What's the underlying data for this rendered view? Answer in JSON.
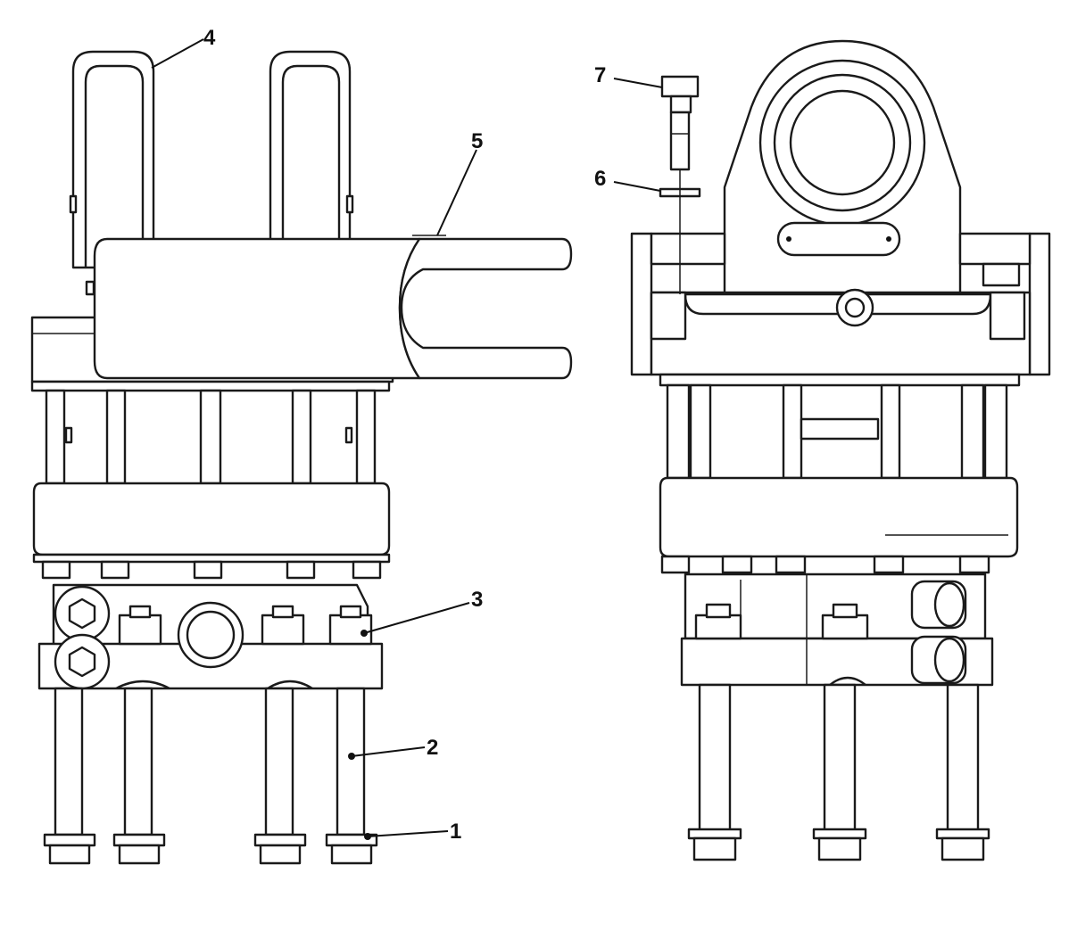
{
  "figure": {
    "callouts": [
      {
        "id": "1",
        "label": "1"
      },
      {
        "id": "2",
        "label": "2"
      },
      {
        "id": "3",
        "label": "3"
      },
      {
        "id": "4",
        "label": "4"
      },
      {
        "id": "5",
        "label": "5"
      },
      {
        "id": "6",
        "label": "6"
      },
      {
        "id": "7",
        "label": "7"
      }
    ],
    "line_color": "#1a1a1a",
    "background_color": "#ffffff"
  }
}
